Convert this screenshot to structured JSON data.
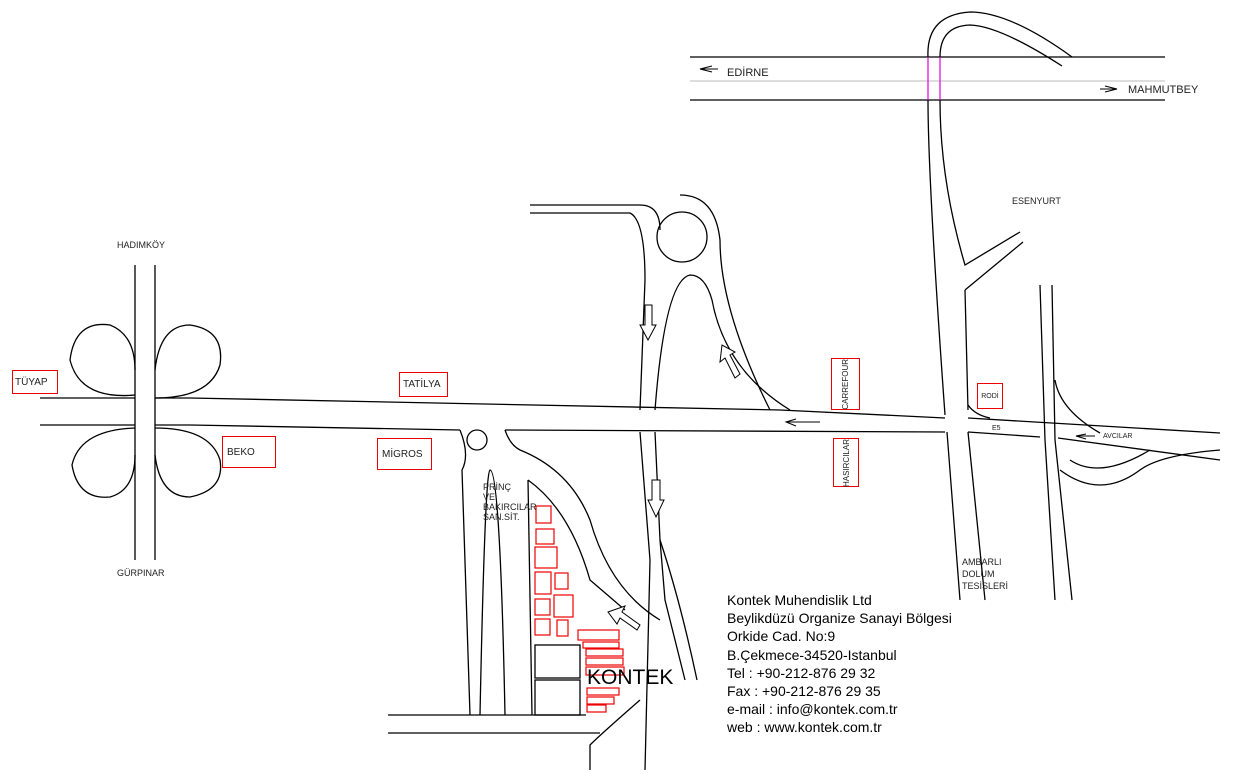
{
  "roads": {
    "edirne": "EDİRNE",
    "mahmutbey": "MAHMUTBEY",
    "esenyurt": "ESENYURT",
    "hadimkoy": "HADIMKÖY",
    "gurpinar": "GÜRPINAR",
    "e5": "E5",
    "avcilar": "AVCILAR"
  },
  "landmarks": {
    "tuyap": "TÜYAP",
    "tatilya": "TATİLYA",
    "beko": "BEKO",
    "migros": "MİGROS",
    "carrefour": "CARREFOUR",
    "hasircilar": "HASIRCILAR",
    "rodi": "RODİ",
    "princ": [
      "PRİNÇ",
      "VE",
      "BAKIRCILAR",
      "SAN.SİT."
    ],
    "ambarli": [
      "AMBARLI",
      "DOLUM",
      "TESİSLERİ"
    ],
    "kontek": "KONTEK"
  },
  "address": {
    "lines": [
      "Kontek Muhendislik Ltd",
      "Beylikdüzü Organize Sanayi Bölgesi",
      "Orkide Cad. No:9",
      "B.Çekmece-34520-Istanbul",
      "Tel : +90-212-876 29 32",
      "Fax : +90-212-876 29 35",
      "e-mail : info@kontek.com.tr",
      "web : www.kontek.com.tr"
    ]
  },
  "colors": {
    "road": "#000000",
    "building": "#ee0000",
    "bridge": "#e000e0"
  }
}
